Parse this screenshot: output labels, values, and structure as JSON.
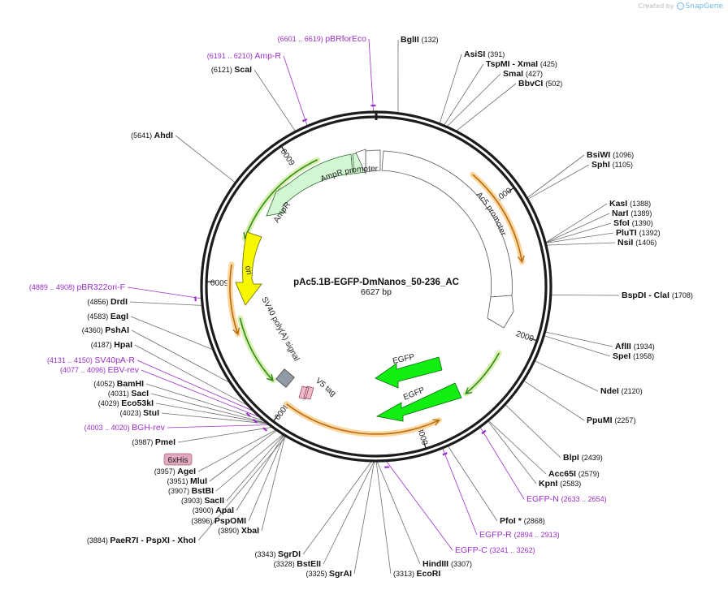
{
  "branding": {
    "created_by": "Created by",
    "product": "SnapGene"
  },
  "plasmid": {
    "name": "pAc5.1B-EGFP-DmNanos_50-236_AC",
    "size_label": "6627 bp",
    "total_bp": 6627
  },
  "colors": {
    "backbone": "#1c1c1c",
    "enzyme_line": "#6e6e6e",
    "primer": "#9b30c9",
    "promoter_fill": "#ffffff",
    "ampr_fill": "#d3f7d3",
    "ori_fill": "#f7f700",
    "egfp_fill": "#11ee11",
    "polyA_fill": "#909aa5",
    "v5_fill": "#f0b8c8",
    "orf_orange": "#f1a84f",
    "orf_green": "#55b820",
    "his_tag_fill": "#e3a9c0"
  },
  "ruler": [
    {
      "bp": 1000,
      "label": "1000"
    },
    {
      "bp": 2000,
      "label": "2000"
    },
    {
      "bp": 3000,
      "label": "3000"
    },
    {
      "bp": 4000,
      "label": "4000"
    },
    {
      "bp": 5000,
      "label": "5000"
    },
    {
      "bp": 6000,
      "label": "6000"
    }
  ],
  "features": [
    {
      "name": "AmpR promoter",
      "type": "promoter",
      "start": 6100,
      "end": 6210,
      "direction": "reverse"
    },
    {
      "name": "AmpR",
      "type": "cds",
      "start": 5280,
      "end": 6080,
      "direction": "reverse"
    },
    {
      "name": "ori",
      "type": "rep_origin",
      "start": 4720,
      "end": 5310,
      "direction": "reverse"
    },
    {
      "name": "Ac5 promoter",
      "type": "promoter",
      "start": 50,
      "end": 2300,
      "direction": "forward"
    },
    {
      "name": "EGFP",
      "type": "cds",
      "start": 2120,
      "end": 2640,
      "direction": "reverse"
    },
    {
      "name": "EGFP",
      "type": "cds",
      "start": 2880,
      "end": 3600,
      "direction": "reverse"
    },
    {
      "name": "SV40 poly(A) signal",
      "type": "polyA",
      "start": 4190,
      "end": 4360,
      "direction": "none"
    },
    {
      "name": "V5 tag",
      "type": "tag",
      "start": 4060,
      "end": 4110,
      "direction": "none"
    }
  ],
  "orfs": [
    {
      "start": 750,
      "end": 1480,
      "color": "orange",
      "direction": "forward"
    },
    {
      "start": 2180,
      "end": 2580,
      "color": "green",
      "direction": "forward"
    },
    {
      "start": 2850,
      "end": 4000,
      "color": "orange",
      "direction": "reverse"
    },
    {
      "start": 4620,
      "end": 5130,
      "color": "orange",
      "direction": "reverse"
    },
    {
      "start": 4190,
      "end": 4730,
      "color": "green",
      "direction": "reverse"
    },
    {
      "start": 5340,
      "end": 6170,
      "color": "green",
      "direction": "reverse"
    }
  ],
  "his_tag": {
    "label": "6xHis"
  },
  "sites": [
    {
      "name": "BglII",
      "pos": "(132)",
      "bp": 132,
      "kind": "enzyme",
      "order": "name-first"
    },
    {
      "name": "AsiSI",
      "pos": "(391)",
      "bp": 391,
      "kind": "enzyme",
      "order": "name-first"
    },
    {
      "name": "TspMI",
      "pos": "(425)",
      "bp": 420,
      "kind": "enzyme",
      "order": "name-first",
      "extra": "- XmaI"
    },
    {
      "name": "SmaI",
      "pos": "(427)",
      "bp": 440,
      "kind": "enzyme",
      "order": "name-first"
    },
    {
      "name": "BbvCI",
      "pos": "(502)",
      "bp": 502,
      "kind": "enzyme",
      "order": "name-first"
    },
    {
      "name": "BsiWI",
      "pos": "(1096)",
      "bp": 1096,
      "kind": "enzyme",
      "order": "name-first"
    },
    {
      "name": "SphI",
      "pos": "(1105)",
      "bp": 1105,
      "kind": "enzyme",
      "order": "name-first"
    },
    {
      "name": "KasI",
      "pos": "(1388)",
      "bp": 1388,
      "kind": "enzyme",
      "order": "name-first"
    },
    {
      "name": "NarI",
      "pos": "(1389)",
      "bp": 1389,
      "kind": "enzyme",
      "order": "name-first"
    },
    {
      "name": "SfoI",
      "pos": "(1390)",
      "bp": 1390,
      "kind": "enzyme",
      "order": "name-first"
    },
    {
      "name": "PluTI",
      "pos": "(1392)",
      "bp": 1392,
      "kind": "enzyme",
      "order": "name-first"
    },
    {
      "name": "NsiI",
      "pos": "(1406)",
      "bp": 1406,
      "kind": "enzyme",
      "order": "name-first"
    },
    {
      "name": "BspDI",
      "pos": "(1708)",
      "bp": 1708,
      "kind": "enzyme",
      "order": "name-first",
      "extra": "- ClaI"
    },
    {
      "name": "AflII",
      "pos": "(1934)",
      "bp": 1934,
      "kind": "enzyme",
      "order": "name-first"
    },
    {
      "name": "SpeI",
      "pos": "(1958)",
      "bp": 1958,
      "kind": "enzyme",
      "order": "name-first"
    },
    {
      "name": "NdeI",
      "pos": "(2120)",
      "bp": 2120,
      "kind": "enzyme",
      "order": "name-first"
    },
    {
      "name": "PpuMI",
      "pos": "(2257)",
      "bp": 2257,
      "kind": "enzyme",
      "order": "name-first"
    },
    {
      "name": "BlpI",
      "pos": "(2439)",
      "bp": 2439,
      "kind": "enzyme",
      "order": "name-first"
    },
    {
      "name": "Acc65I",
      "pos": "(2579)",
      "bp": 2579,
      "kind": "enzyme",
      "order": "name-first"
    },
    {
      "name": "KpnI",
      "pos": "(2583)",
      "bp": 2583,
      "kind": "enzyme",
      "order": "name-first"
    },
    {
      "name": "EGFP-N",
      "pos": "(2633 .. 2654)",
      "bp": 2643,
      "kind": "primer",
      "order": "name-first"
    },
    {
      "name": "PfoI *",
      "pos": "(2868)",
      "bp": 2868,
      "kind": "enzyme",
      "order": "name-first"
    },
    {
      "name": "EGFP-R",
      "pos": "(2894 .. 2913)",
      "bp": 2903,
      "kind": "primer",
      "order": "name-first"
    },
    {
      "name": "EGFP-C",
      "pos": "(3241 .. 3262)",
      "bp": 3251,
      "kind": "primer",
      "order": "name-first"
    },
    {
      "name": "HindIII",
      "pos": "(3307)",
      "bp": 3307,
      "kind": "enzyme",
      "order": "name-first"
    },
    {
      "name": "EcoRI",
      "pos": "(3313)",
      "bp": 3313,
      "kind": "enzyme",
      "order": "pos-first"
    },
    {
      "name": "SgrAI",
      "pos": "(3325)",
      "bp": 3325,
      "kind": "enzyme",
      "order": "pos-first"
    },
    {
      "name": "BstEII",
      "pos": "(3328)",
      "bp": 3328,
      "kind": "enzyme",
      "order": "pos-first"
    },
    {
      "name": "SgrDI",
      "pos": "(3343)",
      "bp": 3343,
      "kind": "enzyme",
      "order": "pos-first"
    },
    {
      "name": "PaeR7I",
      "pos": "(3884)",
      "bp": 3884,
      "kind": "enzyme",
      "order": "pos-first",
      "extra": "- PspXI   - XhoI"
    },
    {
      "name": "XbaI",
      "pos": "(3890)",
      "bp": 3890,
      "kind": "enzyme",
      "order": "pos-first"
    },
    {
      "name": "PspOMI",
      "pos": "(3896)",
      "bp": 3896,
      "kind": "enzyme",
      "order": "pos-first"
    },
    {
      "name": "ApaI",
      "pos": "(3900)",
      "bp": 3900,
      "kind": "enzyme",
      "order": "pos-first"
    },
    {
      "name": "SacII",
      "pos": "(3903)",
      "bp": 3903,
      "kind": "enzyme",
      "order": "pos-first"
    },
    {
      "name": "BstBI",
      "pos": "(3907)",
      "bp": 3907,
      "kind": "enzyme",
      "order": "pos-first"
    },
    {
      "name": "MluI",
      "pos": "(3951)",
      "bp": 3951,
      "kind": "enzyme",
      "order": "pos-first"
    },
    {
      "name": "AgeI",
      "pos": "(3957)",
      "bp": 3957,
      "kind": "enzyme",
      "order": "pos-first"
    },
    {
      "name": "PmeI",
      "pos": "(3987)",
      "bp": 3987,
      "kind": "enzyme",
      "order": "pos-first"
    },
    {
      "name": "BGH-rev",
      "pos": "(4003 .. 4020)",
      "bp": 4011,
      "kind": "primer",
      "order": "pos-first"
    },
    {
      "name": "StuI",
      "pos": "(4023)",
      "bp": 4023,
      "kind": "enzyme",
      "order": "pos-first"
    },
    {
      "name": "Eco53kI",
      "pos": "(4029)",
      "bp": 4029,
      "kind": "enzyme",
      "order": "pos-first"
    },
    {
      "name": "SacI",
      "pos": "(4031)",
      "bp": 4031,
      "kind": "enzyme",
      "order": "pos-first"
    },
    {
      "name": "BamHI",
      "pos": "(4052)",
      "bp": 4052,
      "kind": "enzyme",
      "order": "pos-first"
    },
    {
      "name": "EBV-rev",
      "pos": "(4077 .. 4096)",
      "bp": 4086,
      "kind": "primer",
      "order": "pos-first"
    },
    {
      "name": "SV40pA-R",
      "pos": "(4131 .. 4150)",
      "bp": 4140,
      "kind": "primer",
      "order": "pos-first"
    },
    {
      "name": "HpaI",
      "pos": "(4187)",
      "bp": 4187,
      "kind": "enzyme",
      "order": "pos-first"
    },
    {
      "name": "PshAI",
      "pos": "(4360)",
      "bp": 4360,
      "kind": "enzyme",
      "order": "pos-first"
    },
    {
      "name": "EagI",
      "pos": "(4583)",
      "bp": 4583,
      "kind": "enzyme",
      "order": "pos-first"
    },
    {
      "name": "DrdI",
      "pos": "(4856)",
      "bp": 4856,
      "kind": "enzyme",
      "order": "pos-first"
    },
    {
      "name": "pBR322ori-F",
      "pos": "(4889 .. 4908)",
      "bp": 4898,
      "kind": "primer",
      "order": "pos-first"
    },
    {
      "name": "AhdI",
      "pos": "(5641)",
      "bp": 5641,
      "kind": "enzyme",
      "order": "pos-first"
    },
    {
      "name": "ScaI",
      "pos": "(6121)",
      "bp": 6121,
      "kind": "enzyme",
      "order": "pos-first"
    },
    {
      "name": "Amp-R",
      "pos": "(6191 .. 6210)",
      "bp": 6200,
      "kind": "primer",
      "order": "pos-first"
    },
    {
      "name": "pBRforEco",
      "pos": "(6601 .. 6619)",
      "bp": 6610,
      "kind": "primer",
      "order": "pos-first"
    }
  ]
}
